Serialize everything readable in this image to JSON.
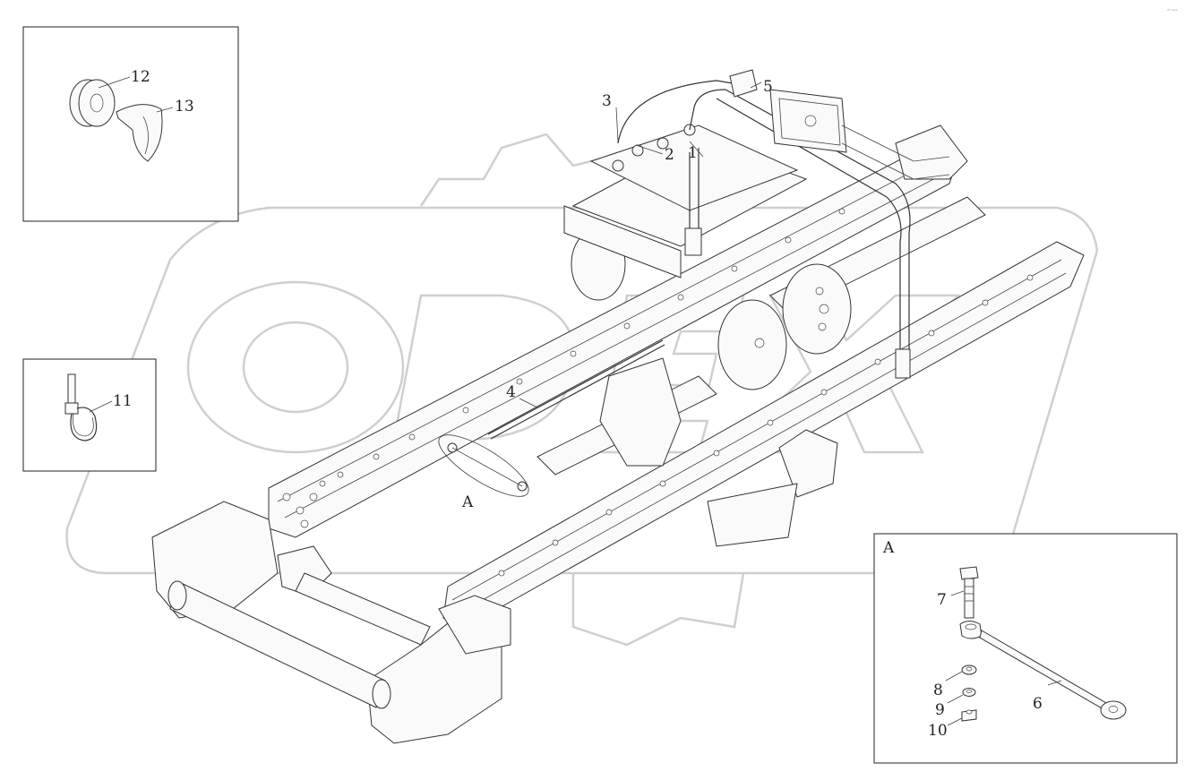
{
  "diagram": {
    "callouts": [
      "1",
      "2",
      "3",
      "4",
      "5",
      "6",
      "7",
      "8",
      "9",
      "10",
      "11",
      "12",
      "13"
    ],
    "view_marker": "A",
    "detail_title": "A",
    "watermark_text": "ODEX",
    "corner_mark": "ᵒᴾ ᵉᵉᵉ"
  }
}
